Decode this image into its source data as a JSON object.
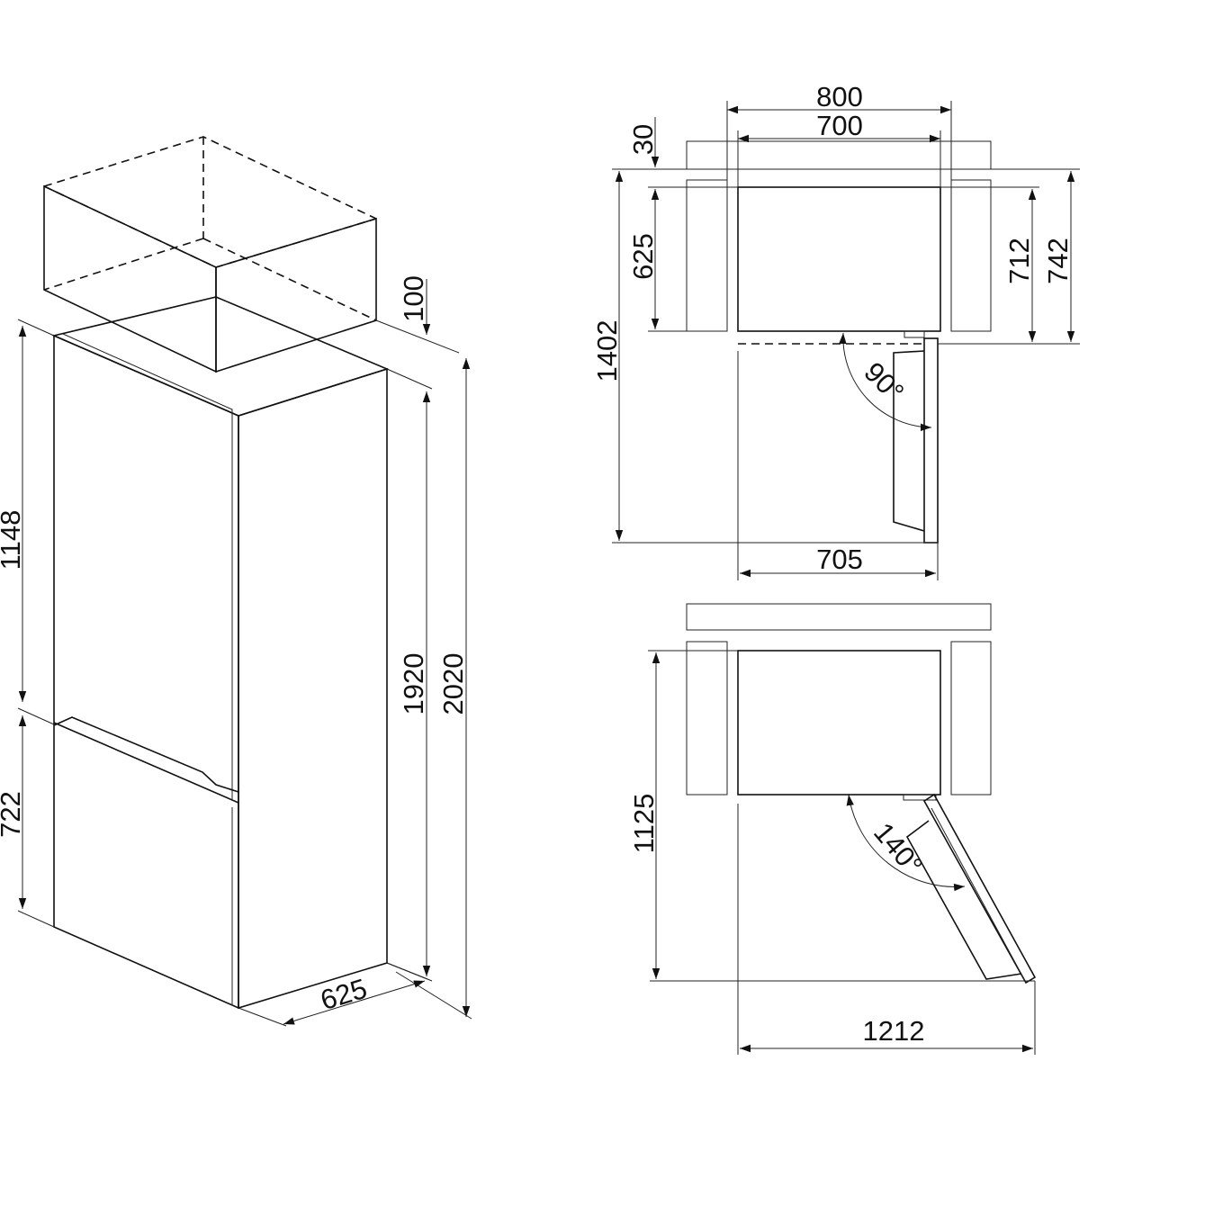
{
  "isometric_view": {
    "dimensions": {
      "top_clearance": "100",
      "upper_door_height": "1148",
      "lower_door_height": "722",
      "appliance_height": "1920",
      "total_height": "2020",
      "depth": "625"
    }
  },
  "top_view_90": {
    "dimensions": {
      "niche_width": "800",
      "appliance_width": "700",
      "top_gap": "30",
      "appliance_depth": "625",
      "overall_depth_door_open": "1402",
      "depth_with_door": "712",
      "total_depth": "742",
      "width_door_open": "705",
      "door_angle": "90°"
    }
  },
  "top_view_140": {
    "dimensions": {
      "depth_door_open": "1125",
      "width_door_open": "1212",
      "door_angle": "140°"
    }
  },
  "colors": {
    "line": "#111111",
    "wall_fill": "#e0e0e0",
    "box_left": "#e4e4e4",
    "box_right": "#c9c9c9"
  }
}
